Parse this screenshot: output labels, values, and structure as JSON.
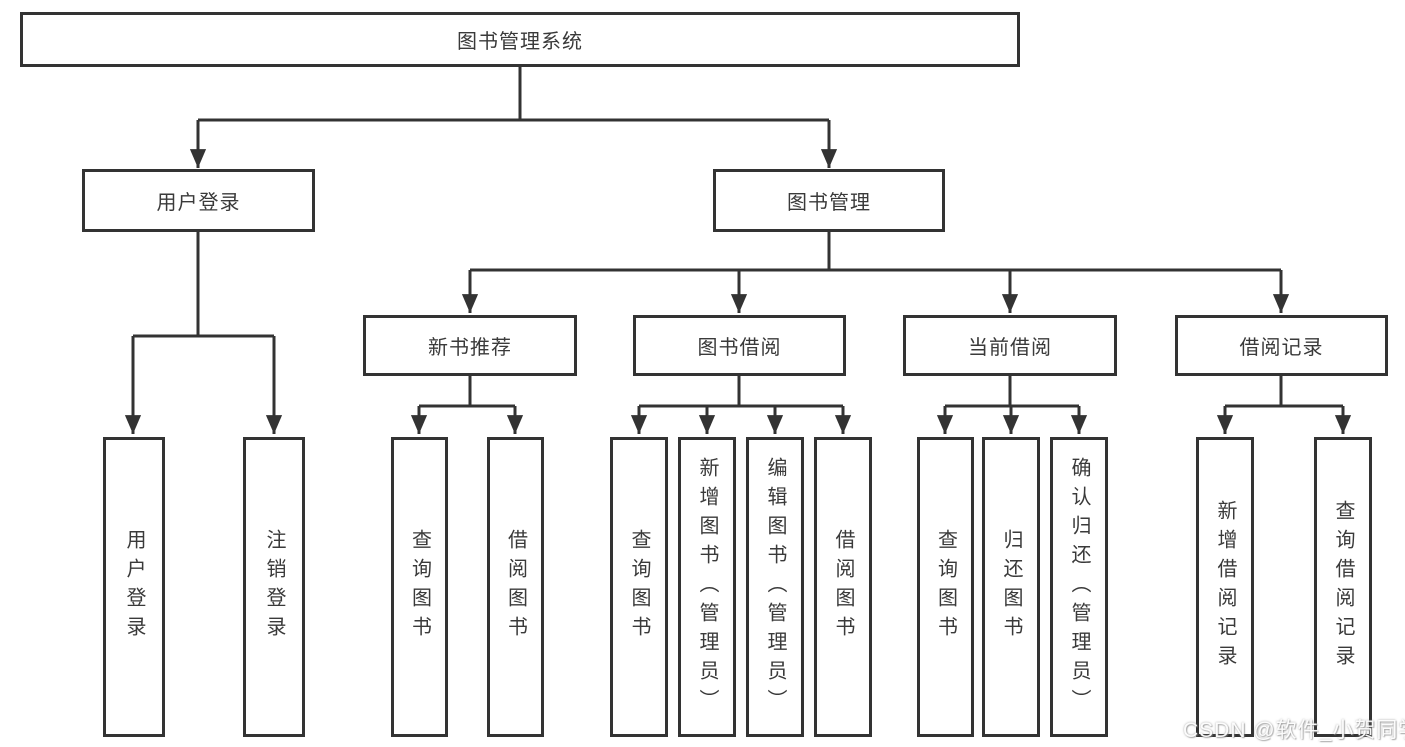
{
  "title": {
    "label": "图书管理系统"
  },
  "branches": [
    {
      "label": "用户登录",
      "children": [
        {
          "label": "用户登录"
        },
        {
          "label": "注销登录"
        }
      ]
    },
    {
      "label": "图书管理",
      "children": [
        {
          "label": "新书推荐",
          "children": [
            {
              "label": "查询图书"
            },
            {
              "label": "借阅图书"
            }
          ]
        },
        {
          "label": "图书借阅",
          "children": [
            {
              "label": "查询图书"
            },
            {
              "label": "新增图书（管理员）"
            },
            {
              "label": "编辑图书（管理员）"
            },
            {
              "label": "借阅图书"
            }
          ]
        },
        {
          "label": "当前借阅",
          "children": [
            {
              "label": "查询图书"
            },
            {
              "label": "归还图书"
            },
            {
              "label": "确认归还（管理员）"
            }
          ]
        },
        {
          "label": "借阅记录",
          "children": [
            {
              "label": "新增借阅记录"
            },
            {
              "label": "查询借阅记录"
            }
          ]
        }
      ]
    }
  ],
  "watermark": {
    "text": "CSDN @软件_小贺同学"
  },
  "colors": {
    "line": "#333333",
    "box_border": "#333333",
    "box_fill": "#ffffff",
    "text": "#3a3a3a",
    "background": "#ffffff"
  }
}
